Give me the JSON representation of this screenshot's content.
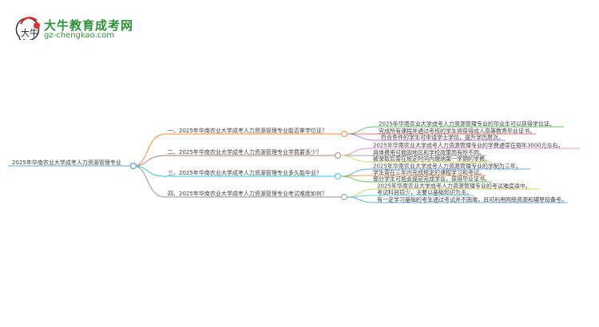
{
  "logo": {
    "name": "大牛教育成考网",
    "url": "gz-chengkao.com",
    "mark_text": "大牛"
  },
  "root": {
    "label": "2025年华南农业大学成考人力资源管理专业",
    "color": "#5aa9d6"
  },
  "branches": [
    {
      "label": "一、2025年华南农业大学成考人力资源管理专业能否拿学位证？",
      "color": "#f5a05a",
      "leaves": [
        {
          "text": "2025年华南农业大学成考人力资源管理专业的毕业生可以获得学位证。",
          "color": "#6cc36c"
        },
        {
          "text": "完成所有课程并通过考核的学生将获得成人高等教育毕业证书。",
          "color": "#e87878"
        },
        {
          "text": "符合条件的学生可申请学士学位，提升学历层次。",
          "color": "#b58ad8"
        }
      ]
    },
    {
      "label": "二、2025年华南农业大学成考人力资源管理专业学费要多少？",
      "color": "#b89a8e",
      "leaves": [
        {
          "text": "2025年华南农业大学成考人力资源管理专业的学费通常在每年3000元左右。",
          "color": "#e89ad0"
        },
        {
          "text": "具体费用可能因地区和学校政策而有所不同。",
          "color": "#a0a0a0"
        },
        {
          "text": "被录取后需在规定时间内缴纳第一学期的学费。",
          "color": "#d6d66a"
        }
      ]
    },
    {
      "label": "三、2025年华南农业大学成考人力资源管理专业多久能毕业？",
      "color": "#5ccfe0",
      "leaves": [
        {
          "text": "2025年华南农业大学成考人力资源管理专业的学制为三年。",
          "color": "#6aa8e0"
        },
        {
          "text": "学生需在三年内完成规定的课程学习和考试。",
          "color": "#f5a05a"
        },
        {
          "text": "部分学生可能会提前完成学业，获得毕业证书。",
          "color": "#6cc36c"
        }
      ]
    },
    {
      "label": "四、2025年华南农业大学成考人力资源管理专业考试难度如何？",
      "color": "#a8a8a8",
      "leaves": [
        {
          "text": "2025年华南农业大学成考人力资源管理专业的考试难度适中。",
          "color": "#d6d66a"
        },
        {
          "text": "考试科目较少，主要以基础知识为主。",
          "color": "#5ccfe0"
        },
        {
          "text": "有一定学习基础的考生通过考试并不困难，且可利用网络资源和辅导班备考。",
          "color": "#6aa8e0"
        }
      ]
    }
  ]
}
